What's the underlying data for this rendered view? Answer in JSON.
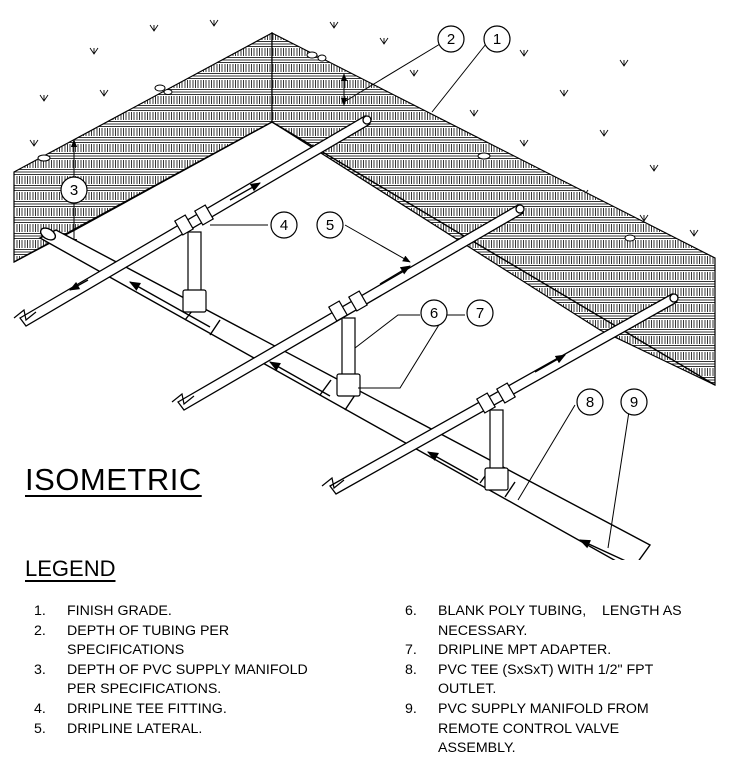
{
  "title": "ISOMETRIC",
  "legend_title": "LEGEND",
  "callouts": [
    "1",
    "2",
    "3",
    "4",
    "5",
    "6",
    "7",
    "8",
    "9"
  ],
  "legend": [
    {
      "num": "1.",
      "text": "FINISH GRADE."
    },
    {
      "num": "2.",
      "text": "DEPTH OF TUBING PER\nSPECIFICATIONS"
    },
    {
      "num": "3.",
      "text": "DEPTH OF PVC SUPPLY MANIFOLD\nPER SPECIFICATIONS."
    },
    {
      "num": "4.",
      "text": "DRIPLINE TEE FITTING."
    },
    {
      "num": "5.",
      "text": "DRIPLINE LATERAL."
    },
    {
      "num": "6.",
      "text": "BLANK POLY TUBING,    LENGTH AS\nNECESSARY."
    },
    {
      "num": "7.",
      "text": "DRIPLINE MPT ADAPTER."
    },
    {
      "num": "8.",
      "text": "PVC TEE (SxSxT) WITH 1/2\" FPT\nOUTLET."
    },
    {
      "num": "9.",
      "text": "PVC SUPPLY MANIFOLD FROM\nREMOTE CONTROL VALVE\nASSEMBLY."
    }
  ]
}
